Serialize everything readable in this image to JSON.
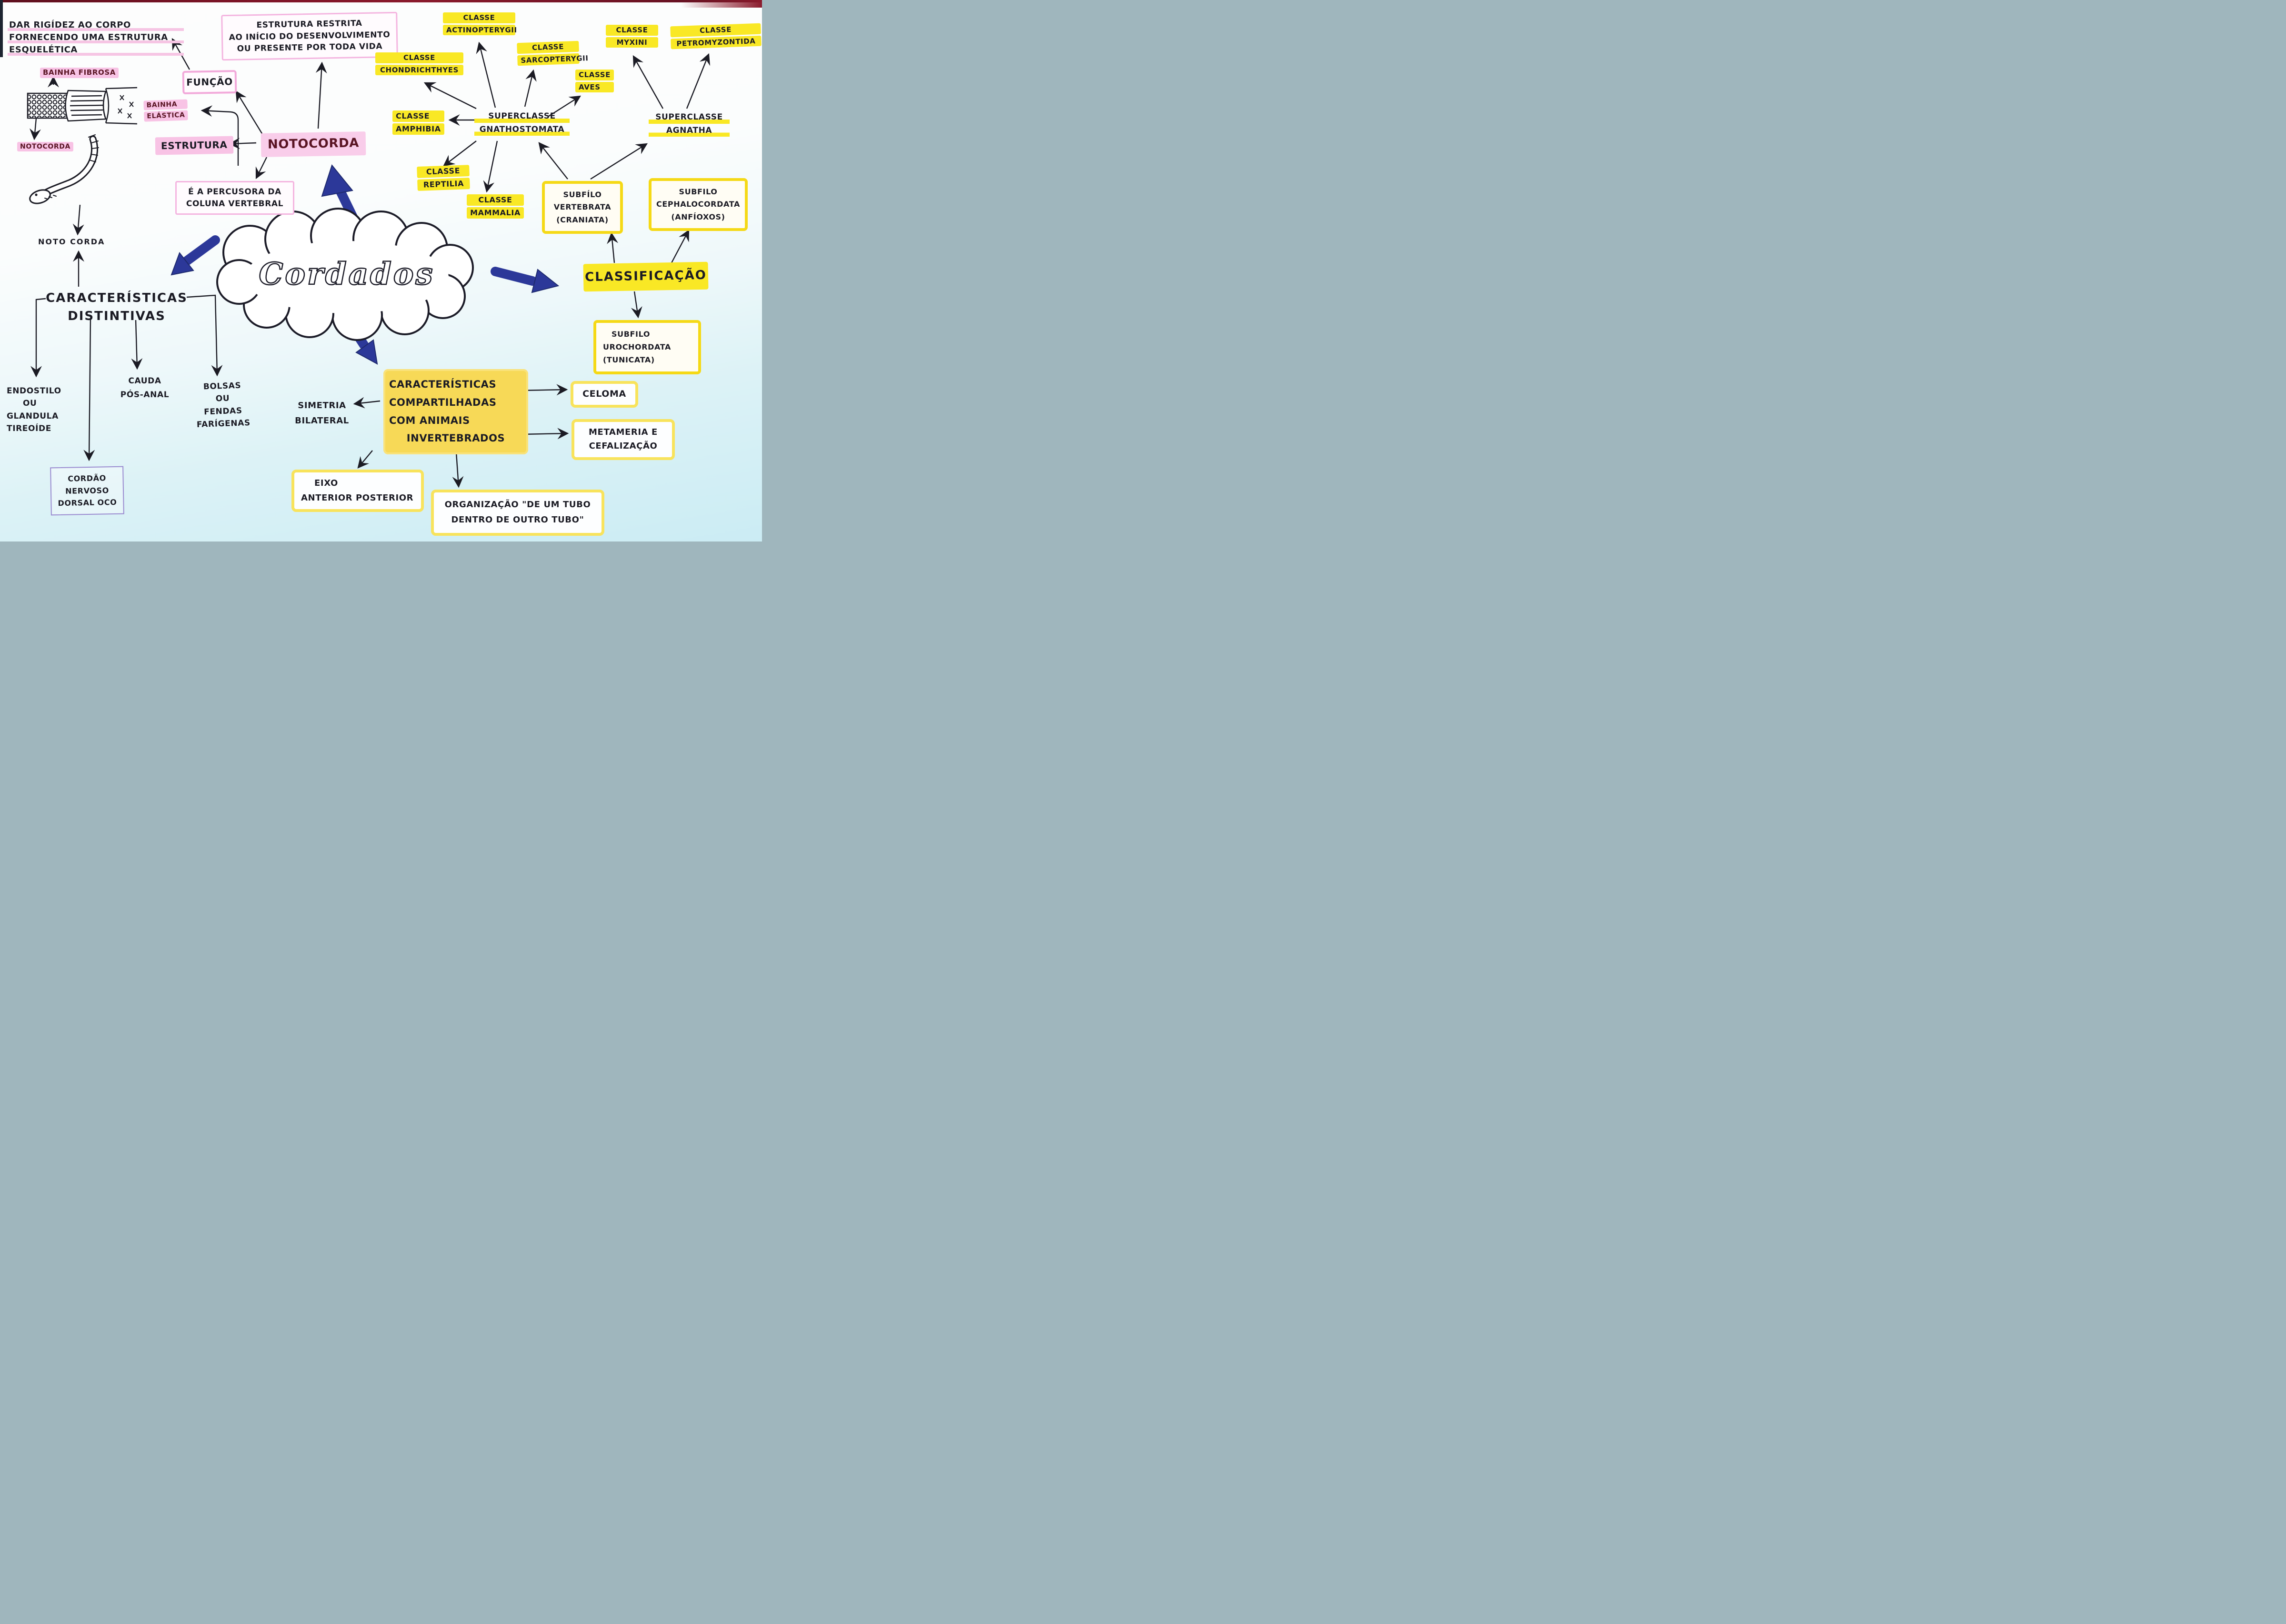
{
  "center": {
    "title": "Cordados"
  },
  "colors": {
    "yellow_highlight": "#f9e825",
    "pink_highlight": "#f8c3e5",
    "dark_red_text": "#5a1524",
    "ink": "#1b1b24",
    "blue_arrow": "#2c3899",
    "purple_box_border": "#9a8bd0"
  },
  "notocorda": {
    "box": "NOTOCORDA",
    "funcao": "FUNÇÃO",
    "estrutura": "ESTRUTURA",
    "bainha_fibrosa": "BAINHA FIBROSA",
    "bainha_elastica": [
      "BAINHA",
      "ELÁSTICA"
    ],
    "dar_rigidez": [
      "DAR RIGÍDEZ AO CORPO",
      "FORNECENDO UMA ESTRUTURA",
      "ESQUELÉTICA"
    ],
    "estrutura_restrita": [
      "ESTRUTURA RESTRITA",
      "AO INÍCIO DO DESENVOLVIMENTO",
      "OU PRESENTE POR TODA VIDA"
    ],
    "percusora": [
      "É A PERCUSORA DA",
      "COLUNA VERTEBRAL"
    ],
    "notocorda_label": "NOTOCORDA",
    "noto_corda_plain": "NOTO CORDA"
  },
  "distintivas": {
    "title": [
      "CARACTERÍSTICAS",
      "DISTINTIVAS"
    ],
    "endostilo": [
      "ENDOSTILO",
      "OU",
      "GLANDULA",
      "TIREOÍDE"
    ],
    "cauda": [
      "CAUDA",
      "PÓS-ANAL"
    ],
    "bolsas": [
      "BOLSAS",
      "OU",
      "FENDAS",
      "FARÍGENAS"
    ],
    "cordao": [
      "CORDÃO",
      "NERVOSO",
      "DORSAL OCO"
    ]
  },
  "compartilhadas": {
    "title": [
      "CARACTERÍSTICAS",
      "COMPARTILHADAS",
      "COM ANIMAIS",
      "INVERTEBRADOS"
    ],
    "simetria": [
      "SIMETRIA",
      "BILATERAL"
    ],
    "celoma": "CELOMA",
    "metameria": [
      "METAMERIA E",
      "CEFALIZAÇÃO"
    ],
    "eixo": [
      "EIXO",
      "ANTERIOR POSTERIOR"
    ],
    "organizacao": [
      "ORGANIZAÇÃO \"DE UM TUBO",
      "DENTRO DE OUTRO TUBO\""
    ]
  },
  "classificacao": {
    "title": "CLASSIFICAÇÃO",
    "superclasse_gnathostomata": [
      "SUPERCLASSE",
      "GNATHOSTOMATA"
    ],
    "superclasse_agnatha": [
      "SUPERCLASSE",
      "AGNATHA"
    ],
    "classe_chondrichthyes": [
      "CLASSE",
      "CHONDRICHTHYES"
    ],
    "classe_actinopterygii": [
      "CLASSE",
      "ACTINOPTERYGII"
    ],
    "classe_sarcopterygii": [
      "CLASSE",
      "SARCOPTERYGII"
    ],
    "classe_aves": [
      "CLASSE",
      "AVES"
    ],
    "classe_myxini": [
      "CLASSE",
      "MYXINI"
    ],
    "classe_petromyzontida": [
      "CLASSE",
      "PETROMYZONTIDA"
    ],
    "classe_amphibia": [
      "CLASSE",
      "AMPHIBIA"
    ],
    "classe_reptilia": [
      "CLASSE",
      "REPTILIA"
    ],
    "classe_mammalia": [
      "CLASSE",
      "MAMMALIA"
    ],
    "subfilo_vertebrata": [
      "SUBFÍLO",
      "VERTEBRATA",
      "(CRANIATA)"
    ],
    "subfilo_cephalocordata": [
      "SUBFILO",
      "CEPHALOCORDATA",
      "(ANFÍOXOS)"
    ],
    "subfilo_urochordata": [
      "SUBFILO",
      "UROCHORDATA",
      "(TUNICATA)"
    ]
  }
}
